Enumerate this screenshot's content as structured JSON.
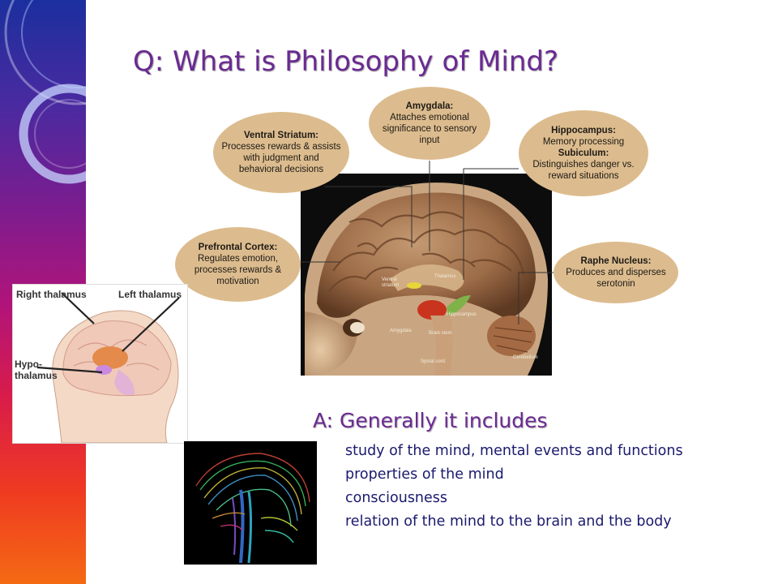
{
  "title": "Q:  What is Philosophy of Mind?",
  "bubbles": {
    "ventral_striatum": {
      "name": "Ventral Striatum:",
      "desc": "Processes rewards & assists with judgment and behavioral decisions"
    },
    "amygdala": {
      "name": "Amygdala:",
      "desc": "Attaches emotional significance to sensory input"
    },
    "hippocampus": {
      "name": "Hippocampus:",
      "desc": "Memory processing",
      "name2": "Subiculum:",
      "desc2": "Distinguishes danger vs. reward situations"
    },
    "prefrontal_cortex": {
      "name": "Prefrontal Cortex:",
      "desc": "Regulates emotion, processes rewards & motivation"
    },
    "raphe_nucleus": {
      "name": "Raphe Nucleus:",
      "desc": "Produces and disperses serotonin"
    }
  },
  "brain_labels": {
    "ventral": "Ventral",
    "ventral2": "striatum",
    "thalamus": "Thalamus",
    "hippocampus": "Hippocampus",
    "amygdala": "Amygdala",
    "brain_stem": "Brain stem",
    "spinal_cord": "Spinal cord",
    "cerebellum": "Cerebellum"
  },
  "thalamus_figure": {
    "right": "Right thalamus",
    "left": "Left thalamus",
    "hypo1": "Hypo-",
    "hypo2": "thalamus"
  },
  "answer": {
    "heading": "A:  Generally it includes",
    "items": [
      "study of the mind, mental events and functions",
      "properties of the mind",
      "consciousness",
      "relation of the mind to the brain and the body"
    ]
  },
  "colors": {
    "title": "#6a2a92",
    "bubble": "#dcbc8e",
    "list_text": "#1a1a6e"
  }
}
